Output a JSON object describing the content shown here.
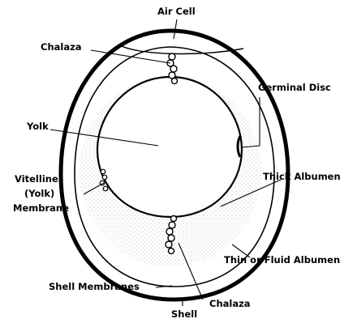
{
  "labels": {
    "air_cell": "Air Cell",
    "chalaza_top": "Chalaza",
    "germinal_disc": "Germinal Disc",
    "yolk": "Yolk",
    "vitelline_line1": "Vitelline",
    "vitelline_line2": "(Yolk)",
    "vitelline_line3": "Membrane",
    "thick_albumen": "Thick Albumen",
    "thin_albumen": "Thin or Fluid Albumen",
    "shell_membranes": "Shell Membranes",
    "chalaza_bottom": "Chalaza",
    "shell": "Shell"
  },
  "colors": {
    "ink": "#000000",
    "background": "#ffffff",
    "albumen_stipple": "#9a9a9a"
  }
}
